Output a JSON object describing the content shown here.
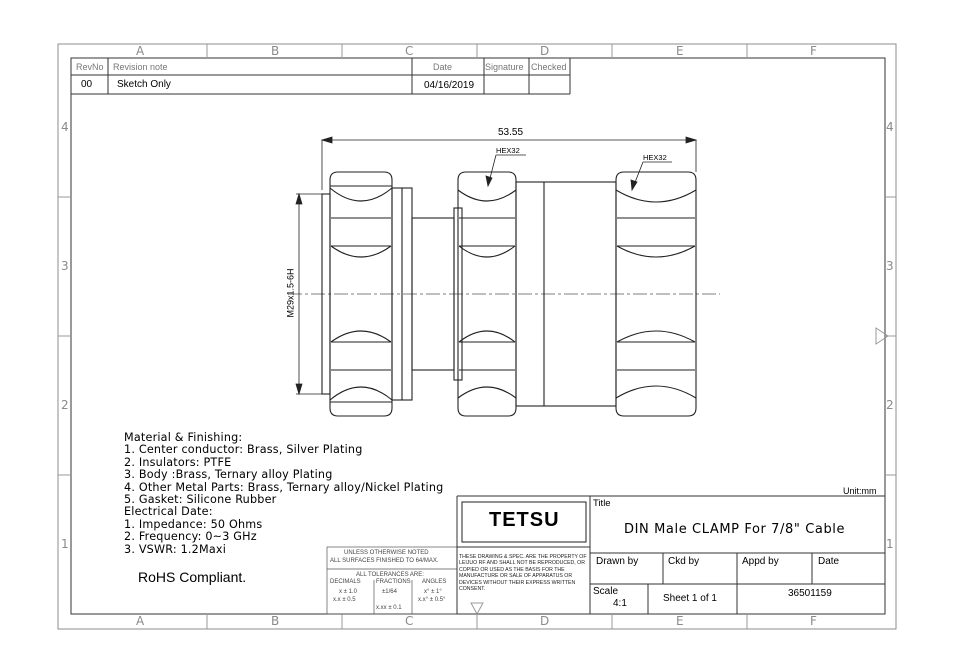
{
  "zones": {
    "columns": [
      "A",
      "B",
      "C",
      "D",
      "E",
      "F"
    ],
    "rows": [
      "4",
      "3",
      "2",
      "1"
    ]
  },
  "revision_table": {
    "headers": {
      "rev_no": "RevNo",
      "revision_note": "Revision note",
      "date": "Date",
      "signature": "Signature",
      "checked": "Checked"
    },
    "row": {
      "rev_no": "00",
      "revision_note": "Sketch Only",
      "date": "04/16/2019",
      "signature": "",
      "checked": ""
    }
  },
  "drawing": {
    "overall_length": "53.55",
    "thread_callout": "M29x1.5-6H",
    "hex_left": "HEX32",
    "hex_right": "HEX32"
  },
  "notes": {
    "lines": [
      "Material & Finishing:",
      "1. Center conductor: Brass, Silver Plating",
      "2. Insulators: PTFE",
      "3. Body :Brass, Ternary alloy Plating",
      "4. Other Metal Parts: Brass, Ternary alloy/Nickel Plating",
      "5. Gasket: Silicone Rubber",
      "Electrical Date:",
      "1. Impedance: 50 Ohms",
      "2. Frequency: 0~3 GHz",
      "3. VSWR:        1.2Maxi"
    ],
    "rohs": "RoHS Compliant."
  },
  "tolerance_block": {
    "line1": "UNLESS OTHERWISE NOTED",
    "line2": "ALL SURFACES FINISHED TO 64/MAX.",
    "line3": "ALL TOLERANCES ARE:",
    "col_headers": [
      "DECIMALS",
      "FRACTIONS",
      "ANGLES"
    ],
    "decimals": [
      "x ± 1.0",
      "x.x ± 0.5",
      "x.xx ± 0.1"
    ],
    "fraction": "±1/64",
    "angles": [
      "x° ± 1°",
      "x.x° ± 0.5°"
    ]
  },
  "disclaimer": "THESE DRAWING & SPEC. ARE THE PROPERTY OF LEIJUO RF AND SHALL NOT BE REPRODUCED, OR COPIED OR USED AS THE BASIS FOR THE MANUFACTURE OR SALE OF APPARATUS OR DEVICES WITHOUT THEIR EXPRESS WRITTEN CONSENT.",
  "title_block": {
    "company": "TETSU",
    "unit": "Unit:mm",
    "title_label": "Title",
    "title": "DIN Male CLAMP For 7/8\" Cable",
    "drawn_by": "Drawn by",
    "ckd_by": "Ckd by",
    "appd_by": "Appd by",
    "date": "Date",
    "scale_label": "Scale",
    "scale_value": "4:1",
    "sheet": "Sheet 1 of 1",
    "part_number": "36501159"
  }
}
